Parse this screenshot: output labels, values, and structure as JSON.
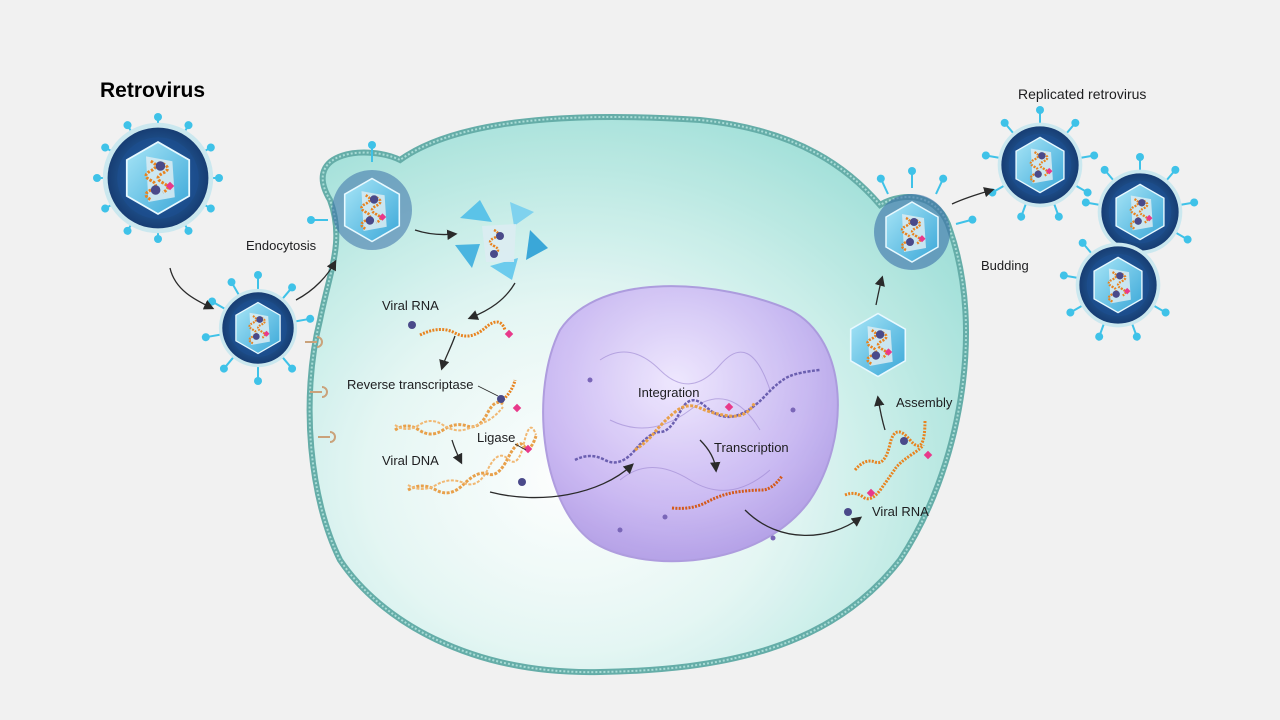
{
  "title": "Retrovirus",
  "output_label": "Replicated retrovirus",
  "steps": {
    "endocytosis": "Endocytosis",
    "viral_rna_in": "Viral RNA",
    "reverse_transcriptase": "Reverse transcriptase",
    "viral_dna": "Viral DNA",
    "ligase": "Ligase",
    "integration": "Integration",
    "transcription": "Transcription",
    "viral_rna_out": "Viral RNA",
    "assembly": "Assembly",
    "budding": "Budding"
  },
  "colors": {
    "background": "#f1f1f1",
    "cytoplasm": "#bfece5",
    "membrane": "#6fb3ae",
    "nucleus": "#b8a3e8",
    "capsid": "#5bc3e8",
    "envelope": "#1e4f8c",
    "spike": "#3fc2e8",
    "rna": "#e8831f",
    "enzyme_dot": "#4a4a8a",
    "enzyme_pink": "#e8398a",
    "arrow": "#2a2a2a"
  }
}
